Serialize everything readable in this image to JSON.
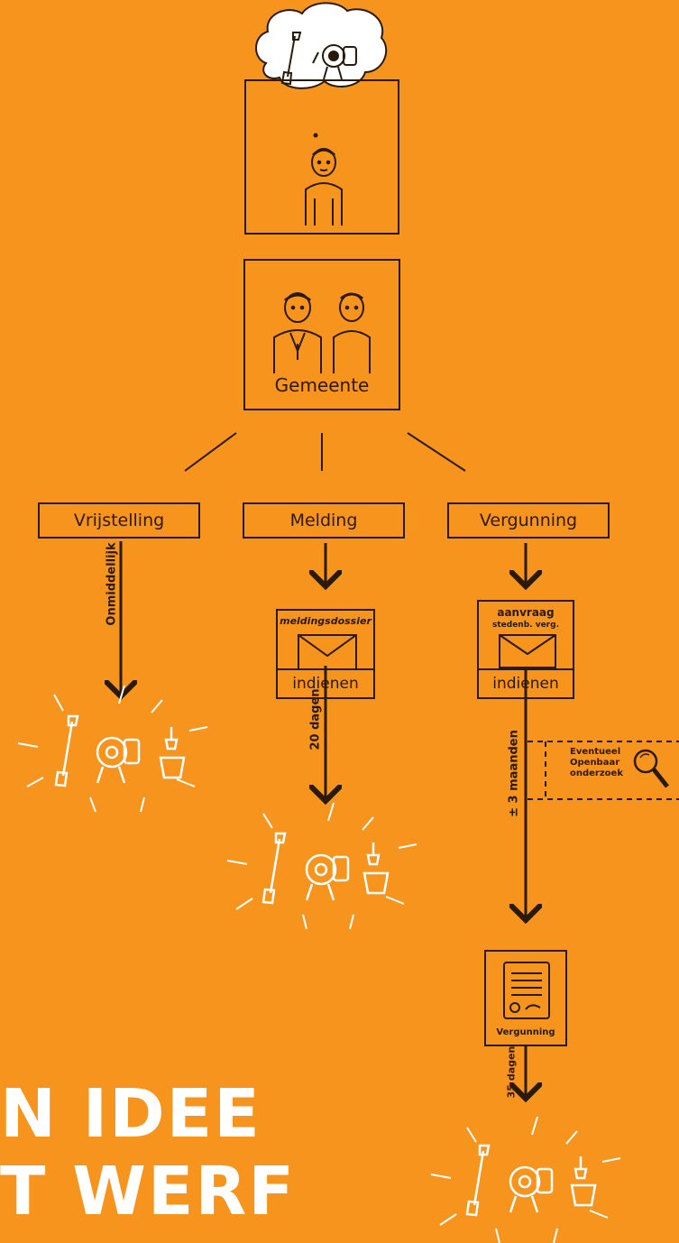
{
  "top": {
    "organization": "Gemeente"
  },
  "branches": {
    "vrijstelling": {
      "label": "Vrijstelling",
      "duration": "Onmiddellijk"
    },
    "melding": {
      "label": "Melding",
      "form_caption": "meldingsdossier",
      "submit": "indienen",
      "duration": "20 dagen"
    },
    "vergunning": {
      "label": "Vergunning",
      "form_caption_line1": "aanvraag",
      "form_caption_line2": "stedenb. verg.",
      "submit": "indienen",
      "duration": "± 3 maanden",
      "side_note": [
        "Eventueel",
        "Openbaar",
        "onderzoek"
      ],
      "permit_caption": "Vergunning",
      "duration_after": "35 dagen"
    }
  },
  "title": {
    "line1": "N IDEE",
    "line2": "T WERF"
  },
  "colors": {
    "background": "#f7941d",
    "ink": "#2a1a0a",
    "highlight": "#ffffff"
  }
}
